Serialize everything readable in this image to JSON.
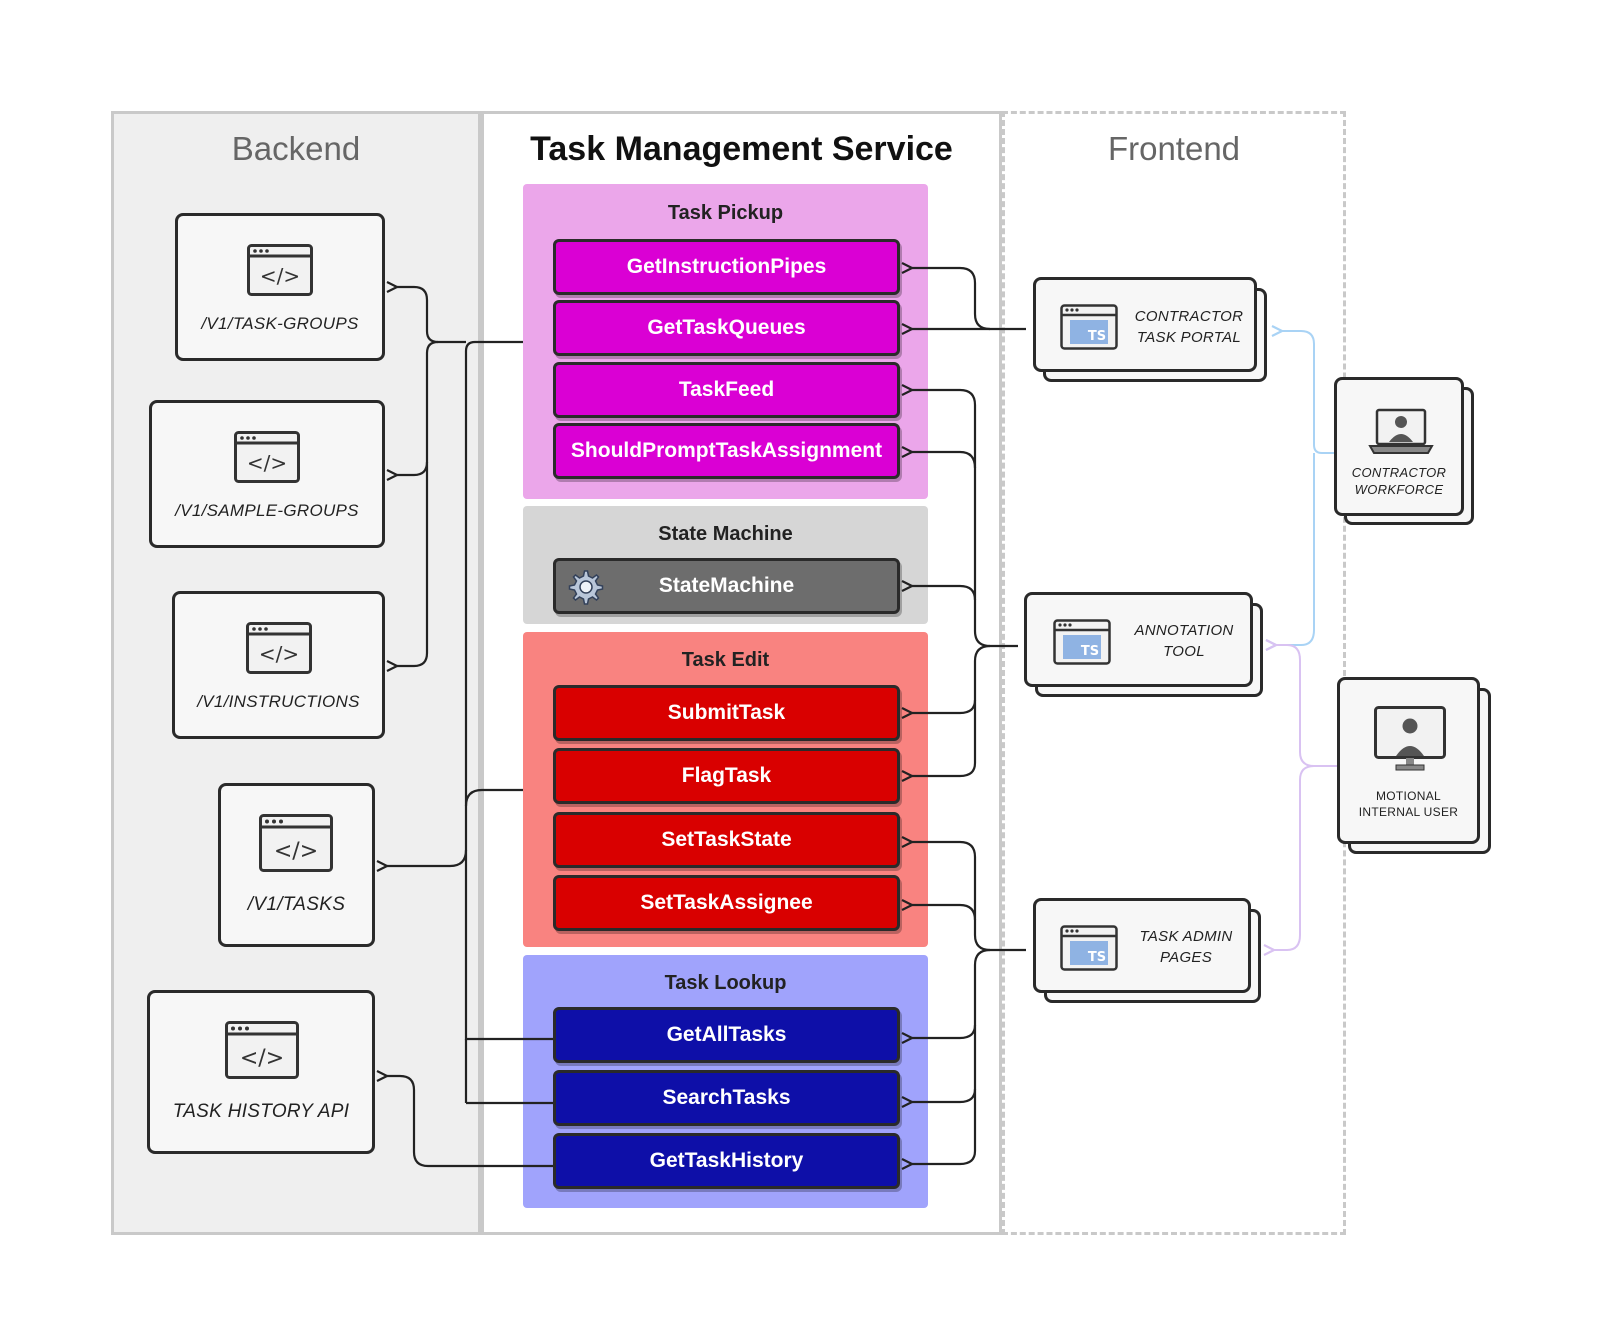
{
  "columns": {
    "backend": "Backend",
    "service": "Task Management Service",
    "frontend": "Frontend"
  },
  "colors": {
    "pickup_bg": "#eba6ea",
    "pickup_btn": "#da00d4",
    "state_bg": "#d6d6d6",
    "state_btn": "#6d6d6d",
    "edit_bg": "#f98380",
    "edit_btn": "#d90000",
    "lookup_bg": "#a0a3fc",
    "lookup_btn": "#0e0fa8",
    "ts_badge": "#8fb3e3",
    "arrow_blue": "#a9d3f5",
    "arrow_purple": "#d9c2f2"
  },
  "groups": {
    "pickup": {
      "title": "Task Pickup",
      "items": [
        "GetInstructionPipes",
        "GetTaskQueues",
        "TaskFeed",
        "ShouldPromptTaskAssignment"
      ]
    },
    "state": {
      "title": "State Machine",
      "items": [
        "StateMachine"
      ],
      "icon": "gear-icon"
    },
    "edit": {
      "title": "Task Edit",
      "items": [
        "SubmitTask",
        "FlagTask",
        "SetTaskState",
        "SetTaskAssignee"
      ]
    },
    "lookup": {
      "title": "Task Lookup",
      "items": [
        "GetAllTasks",
        "SearchTasks",
        "GetTaskHistory"
      ]
    }
  },
  "backend": [
    {
      "label": "/V1/TASK-GROUPS",
      "icon": "code-window-icon"
    },
    {
      "label": "/V1/SAMPLE-GROUPS",
      "icon": "code-window-icon"
    },
    {
      "label": "/V1/INSTRUCTIONS",
      "icon": "code-window-icon"
    },
    {
      "label": "/V1/TASKS",
      "icon": "code-window-icon"
    },
    {
      "label": "TASK HISTORY API",
      "icon": "code-window-icon"
    }
  ],
  "frontend": [
    {
      "line1": "CONTRACTOR",
      "line2": "TASK PORTAL",
      "icon": "typescript-window-icon",
      "badge": "TS"
    },
    {
      "line1": "ANNOTATION",
      "line2": "TOOL",
      "icon": "typescript-window-icon",
      "badge": "TS"
    },
    {
      "line1": "TASK ADMIN",
      "line2": "PAGES",
      "icon": "typescript-window-icon",
      "badge": "TS"
    }
  ],
  "users": [
    {
      "line1": "CONTRACTOR",
      "line2": "WORKFORCE",
      "icon": "laptop-user-icon"
    },
    {
      "line1": "MOTIONAL",
      "line2": "INTERNAL USER",
      "icon": "monitor-user-icon"
    }
  ]
}
